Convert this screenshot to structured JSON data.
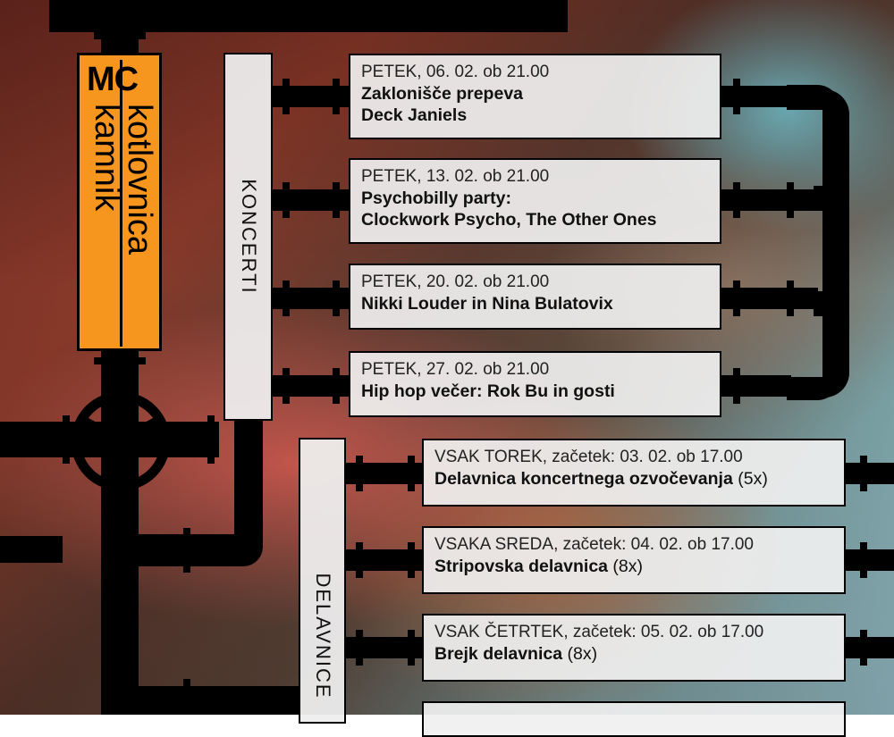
{
  "logo": {
    "mc": "MC",
    "line1": "kotlovnica",
    "line2": "kamnik",
    "color": "#f7961f"
  },
  "categories": {
    "concerts": "KONCERTI",
    "workshops": "DELAVNICE"
  },
  "concerts": [
    {
      "date": "PETEK, 06. 02. ob 21.00",
      "title_lines": [
        "Zaklonišče prepeva",
        "Deck Janiels"
      ]
    },
    {
      "date": "PETEK, 13. 02. ob 21.00",
      "title_lines": [
        "Psychobilly party:",
        "Clockwork Psycho, The Other Ones"
      ]
    },
    {
      "date": "PETEK, 20. 02. ob 21.00",
      "title_lines": [
        "Nikki Louder in Nina Bulatovix"
      ]
    },
    {
      "date": "PETEK, 27. 02. ob 21.00",
      "title_lines": [
        "Hip hop večer: Rok Bu in gosti"
      ]
    }
  ],
  "workshops": [
    {
      "day": "VSAK TOREK",
      "start": ", začetek: 03. 02. ob 17.00",
      "title": "Delavnica koncertnega ozvočevanja",
      "count": " (5x)"
    },
    {
      "day": "VSAKA SREDA",
      "start": ", začetek: 04. 02. ob 17.00",
      "title": "Stripovska delavnica",
      "count": " (8x)"
    },
    {
      "day": "VSAK ČETRTEK",
      "start": ", začetek: 05. 02. ob 17.00",
      "title": "Brejk delavnica",
      "count": " (8x)"
    }
  ]
}
